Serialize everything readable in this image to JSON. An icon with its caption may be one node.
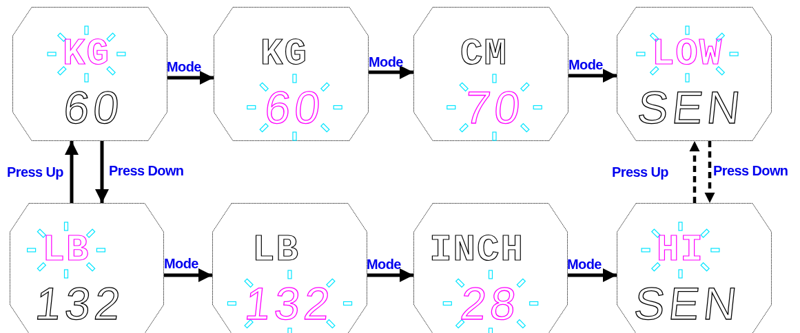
{
  "diagram": {
    "nodes": [
      {
        "text": [
          "KG",
          "60"
        ]
      },
      {
        "text": [
          "KG",
          "60"
        ]
      },
      {
        "text": [
          "CM",
          "70"
        ]
      },
      {
        "text": [
          "LOW",
          "SEN"
        ]
      },
      {
        "text": [
          "LB",
          "132"
        ]
      },
      {
        "text": [
          "LB",
          "132"
        ]
      },
      {
        "text": [
          "INCH",
          "28"
        ]
      },
      {
        "text": [
          "HI",
          "SEN"
        ]
      }
    ],
    "edges": [
      {
        "from": 0,
        "to": 1,
        "arrow": "to",
        "label": "Mode"
      },
      {
        "from": 1,
        "to": 2,
        "arrow": "to",
        "label": "Mode"
      },
      {
        "from": 2,
        "to": 3,
        "arrow": "to",
        "label": "Mode"
      },
      {
        "from": 4,
        "to": 0,
        "arrow": "to",
        "label": "Press Up"
      },
      {
        "from": 0,
        "to": 4,
        "arrow": "to",
        "label": "Press Down"
      },
      {
        "from": 7,
        "to": 3,
        "arrow": "to",
        "label": "Press Up",
        "style": "dashed"
      },
      {
        "from": 3,
        "to": 7,
        "arrow": "to",
        "label": "Press Down",
        "style": "dashed"
      },
      {
        "from": 4,
        "to": 5,
        "arrow": "to",
        "label": "Mode"
      },
      {
        "from": 5,
        "to": 6,
        "arrow": "to",
        "label": "Mode"
      },
      {
        "from": 6,
        "to": 7,
        "arrow": "to",
        "label": "Mode"
      }
    ]
  }
}
